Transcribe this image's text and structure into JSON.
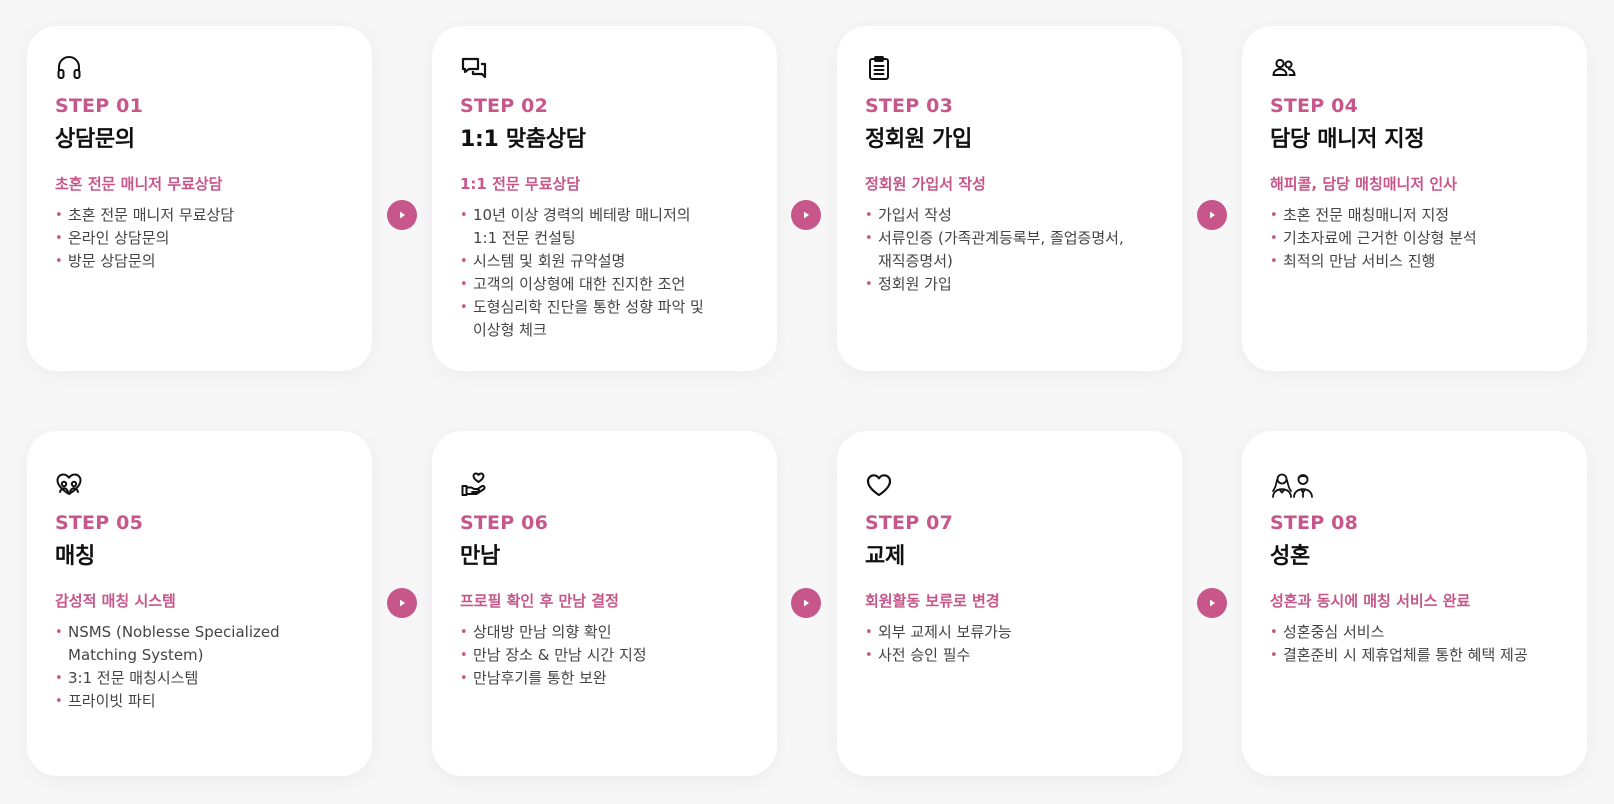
{
  "colors": {
    "accent": "#c7578a",
    "card": "#ffffff",
    "background": "#f7f7f8"
  },
  "steps": [
    {
      "icon": "headset-icon",
      "step": "STEP 01",
      "title": "상담문의",
      "subtitle": "초혼 전문 매니저 무료상담",
      "items": [
        "초혼 전문 매니저 무료상담",
        "온라인 상담문의",
        "방문 상담문의"
      ]
    },
    {
      "icon": "chat-icon",
      "step": "STEP 02",
      "title": "1:1 맞춤상담",
      "subtitle": "1:1 전문 무료상담",
      "items": [
        "10년 이상 경력의 베테랑 매니저의\n1:1 전문 컨설팅",
        "시스템 및 회원 규약설명",
        "고객의 이상형에 대한 진지한 조언",
        "도형심리학 진단을 통한 성향 파악 및\n이상형 체크"
      ]
    },
    {
      "icon": "clipboard-icon",
      "step": "STEP 03",
      "title": "정회원 가입",
      "subtitle": "정회원 가입서 작성",
      "items": [
        "가입서 작성",
        "서류인증 (가족관계등록부, 졸업증명서,\n재직증명서)",
        "정회원 가입"
      ]
    },
    {
      "icon": "users-icon",
      "step": "STEP 04",
      "title": "담당 매니저 지정",
      "subtitle": "해피콜, 담당 매칭매니저 인사",
      "items": [
        "초혼 전문 매칭매니저 지정",
        "기초자료에 근거한 이상형 분석",
        "최적의 만남 서비스 진행"
      ]
    },
    {
      "icon": "matching-heart-icon",
      "step": "STEP 05",
      "title": "매칭",
      "subtitle": "감성적 매칭 시스템",
      "items": [
        "NSMS (Noblesse Specialized\nMatching System)",
        "3:1 전문 매칭시스템",
        "프라이빗 파티"
      ]
    },
    {
      "icon": "hand-heart-icon",
      "step": "STEP 06",
      "title": "만남",
      "subtitle": "프로필 확인 후 만남 결정",
      "items": [
        "상대방 만남 의향 확인",
        "만남 장소 & 만남 시간 지정",
        "만남후기를 통한 보완"
      ]
    },
    {
      "icon": "heart-icon",
      "step": "STEP 07",
      "title": "교제",
      "subtitle": "회원활동 보류로 변경",
      "items": [
        "외부 교제시 보류가능",
        "사전 승인 필수"
      ]
    },
    {
      "icon": "couple-icon",
      "step": "STEP 08",
      "title": "성혼",
      "subtitle": "성혼과 동시에 매칭 서비스 완료",
      "items": [
        "성혼중심 서비스",
        "결혼준비 시 제휴업체를 통한 혜택 제공"
      ]
    }
  ],
  "arrow_icon": "play-icon"
}
